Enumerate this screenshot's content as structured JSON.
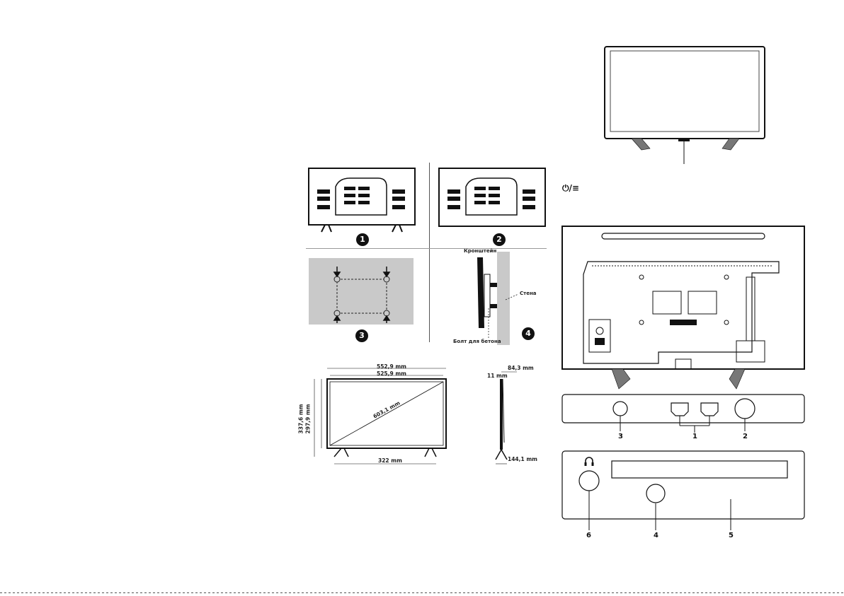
{
  "page": {
    "title": ""
  },
  "steps": [
    "1",
    "2",
    "3",
    "4"
  ],
  "wall_mount": {
    "bracket_label": "Кронштейн",
    "wall_label": "Стена",
    "bolt_label": "Болт для бетона"
  },
  "dimensions": {
    "width_outer": "552,9 mm",
    "width_inner": "525,9 mm",
    "height_outer": "337,6 mm",
    "height_inner": "297,9 mm",
    "diagonal": "603,1 mm",
    "stand_span": "322 mm",
    "depth_panel": "84,3 mm",
    "depth_thin": "11 mm",
    "depth_stand": "144,1 mm"
  },
  "power_symbol": "⏻/≡",
  "connector_callouts": {
    "side_panel": [
      "3",
      "1",
      "2"
    ],
    "rear_panel": [
      "6",
      "4",
      "5"
    ]
  },
  "icons": {
    "headphone": "headphone-icon",
    "power_menu": "power-menu-icon"
  }
}
